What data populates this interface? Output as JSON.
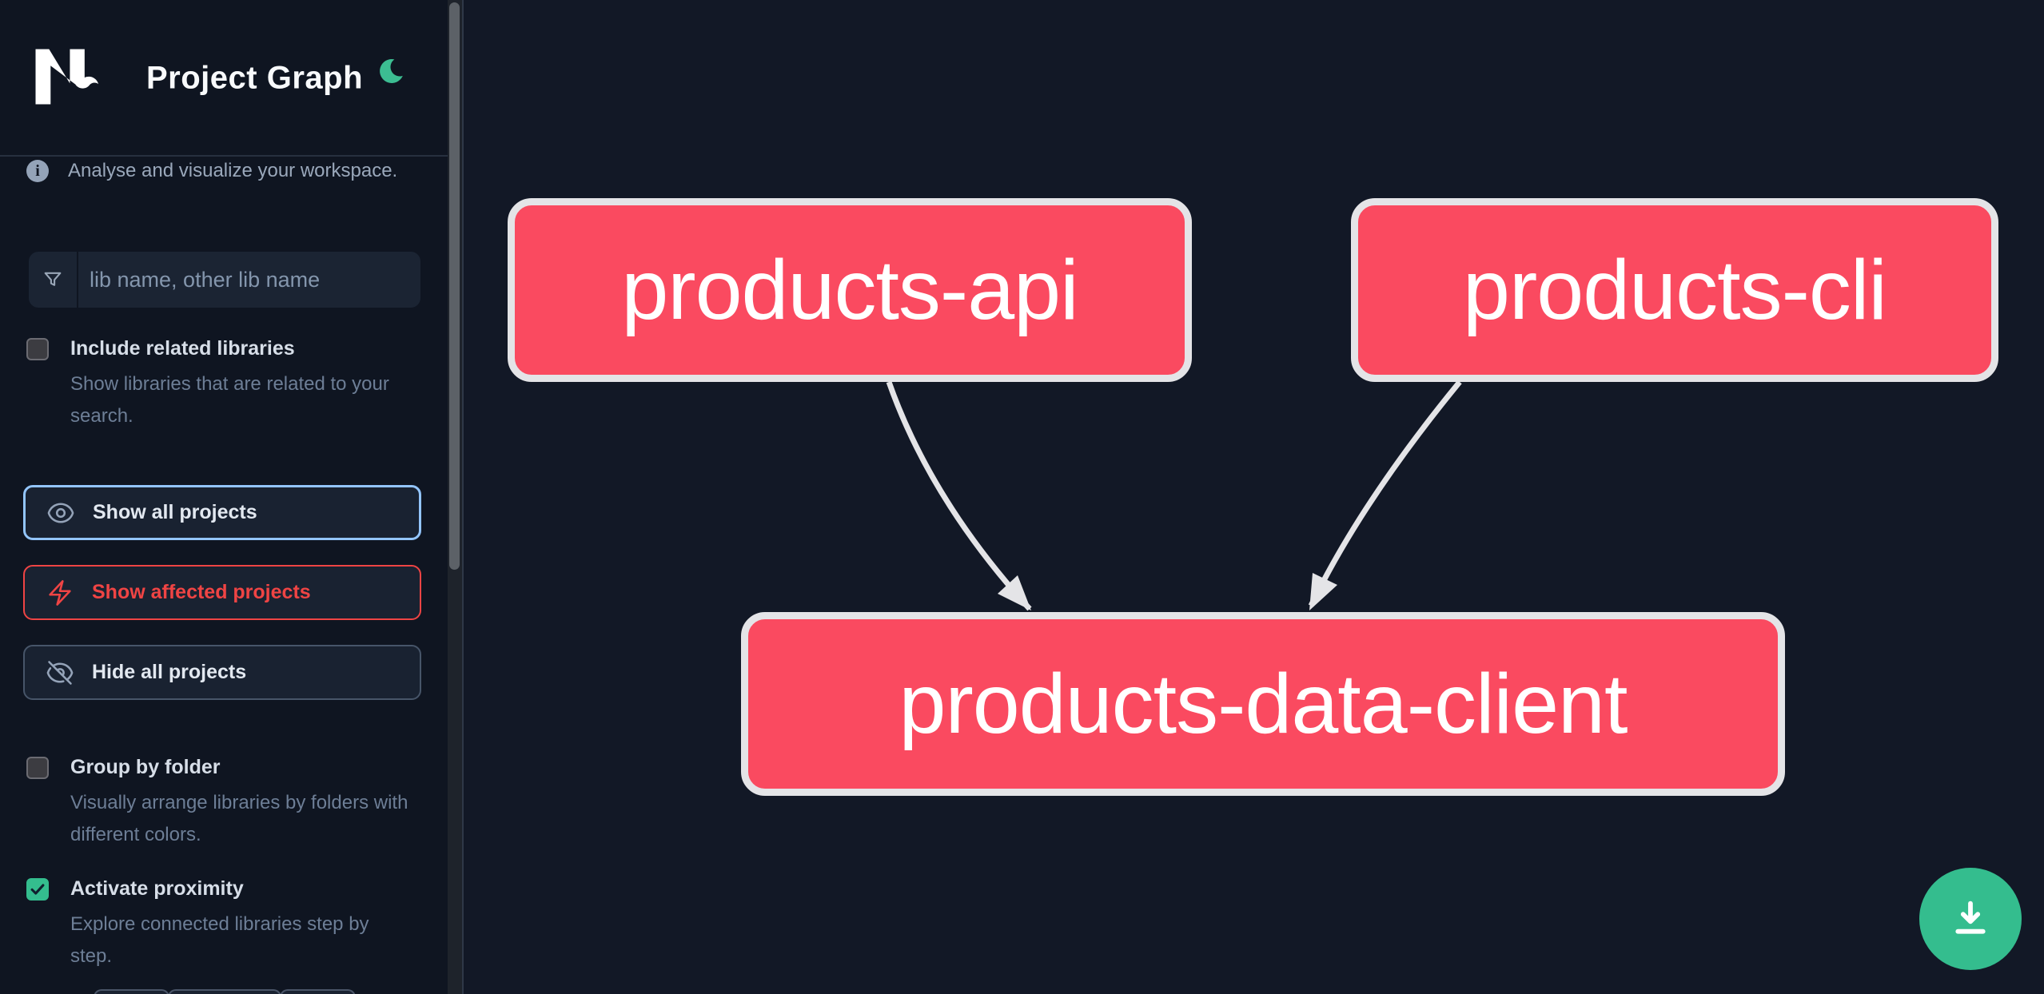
{
  "header": {
    "title": "Project Graph",
    "logo": "Nx",
    "theme_toggle": "moon"
  },
  "sidebar": {
    "tagline": "Analyse and visualize your workspace.",
    "search": {
      "placeholder": "lib name, other lib name",
      "value": ""
    },
    "checkboxes": [
      {
        "label": "Include related libraries",
        "description": "Show libraries that are related to your search.",
        "checked": false
      },
      {
        "label": "Group by folder",
        "description": "Visually arrange libraries by folders with different colors.",
        "checked": false
      },
      {
        "label": "Activate proximity",
        "description": "Explore connected libraries step by step.",
        "checked": true
      }
    ],
    "buttons": [
      {
        "label": "Show all projects",
        "icon": "eye-icon",
        "state": "active"
      },
      {
        "label": "Show affected projects",
        "icon": "bolt-icon",
        "state": "affected"
      },
      {
        "label": "Hide all projects",
        "icon": "eye-off-icon",
        "state": "default"
      }
    ]
  },
  "graph": {
    "nodes": [
      {
        "id": "products-api",
        "label": "products-api"
      },
      {
        "id": "products-cli",
        "label": "products-cli"
      },
      {
        "id": "products-data-client",
        "label": "products-data-client"
      }
    ],
    "edges": [
      {
        "source": "products-api",
        "target": "products-data-client"
      },
      {
        "source": "products-cli",
        "target": "products-data-client"
      }
    ],
    "download_button": "download-icon"
  },
  "colors": {
    "canvas_bg": "#121826",
    "sidebar_bg": "#0f1521",
    "node_fill": "#fa4a60",
    "node_border": "#e4e4e7",
    "edge": "#e4e4e7",
    "accent_blue": "#93c5fd",
    "accent_red": "#ef4444",
    "accent_green": "#34bd8e",
    "text_primary": "#e2e8f0",
    "text_muted": "#6d7e96"
  }
}
